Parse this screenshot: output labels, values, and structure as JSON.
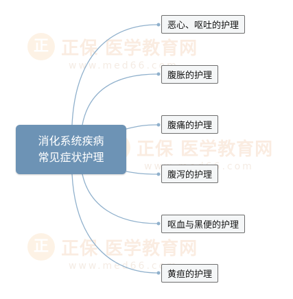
{
  "root": {
    "line1": "消化系统疾病",
    "line2": "常见症状护理"
  },
  "topics": [
    {
      "label": "恶心、呕吐的护理"
    },
    {
      "label": "腹胀的护理"
    },
    {
      "label": "腹痛的护理"
    },
    {
      "label": "腹泻的护理"
    },
    {
      "label": "呕血与黑便的护理"
    },
    {
      "label": "黄疸的护理"
    }
  ],
  "watermark": {
    "seal": "正",
    "brand": "正保 医学教育网",
    "url": "www.med66.com"
  },
  "colors": {
    "root": "#6d93b5",
    "connector": "#8fb0cc",
    "leaf_bg": "#f4f6f7",
    "leaf_border": "#6d6d6d"
  }
}
